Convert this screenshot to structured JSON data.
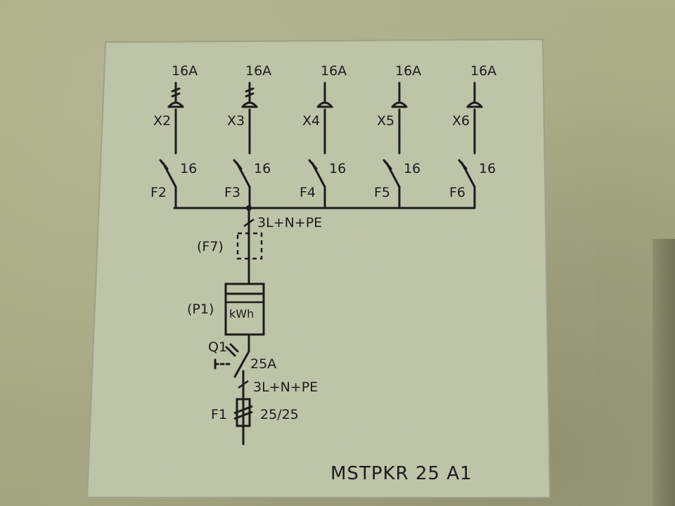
{
  "outlets": [
    {
      "rating": "16A",
      "socket": "X2",
      "breaker": "F2",
      "breaker_rating": "16"
    },
    {
      "rating": "16A",
      "socket": "X3",
      "breaker": "F3",
      "breaker_rating": "16"
    },
    {
      "rating": "16A",
      "socket": "X4",
      "breaker": "F4",
      "breaker_rating": "16"
    },
    {
      "rating": "16A",
      "socket": "X5",
      "breaker": "F5",
      "breaker_rating": "16"
    },
    {
      "rating": "16A",
      "socket": "X6",
      "breaker": "F6",
      "breaker_rating": "16"
    }
  ],
  "bus_label": "3L+N+PE",
  "surge_label": "(F7)",
  "meter_label": "(P1)",
  "meter_unit": "kWh",
  "main_switch": {
    "label": "Q1",
    "rating": "25A"
  },
  "feed_label": "3L+N+PE",
  "fuse": {
    "label": "F1",
    "rating": "25/25"
  },
  "model": "MSTPKR 25 A1"
}
